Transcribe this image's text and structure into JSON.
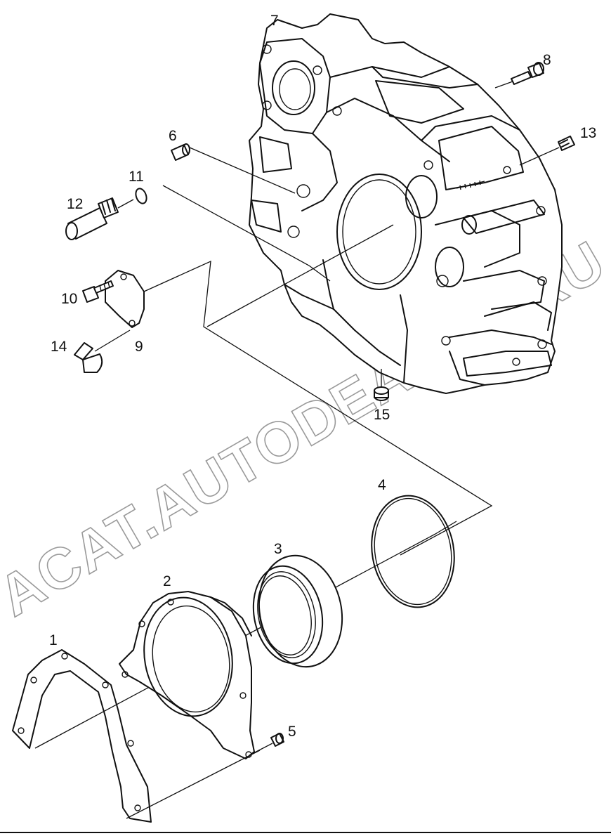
{
  "diagram": {
    "callouts": [
      {
        "id": "1",
        "text": "1"
      },
      {
        "id": "2",
        "text": "2"
      },
      {
        "id": "3",
        "text": "3"
      },
      {
        "id": "4",
        "text": "4"
      },
      {
        "id": "5",
        "text": "5"
      },
      {
        "id": "6",
        "text": "6"
      },
      {
        "id": "7",
        "text": "7"
      },
      {
        "id": "8",
        "text": "8"
      },
      {
        "id": "9",
        "text": "9"
      },
      {
        "id": "10",
        "text": "10"
      },
      {
        "id": "11",
        "text": "11"
      },
      {
        "id": "12",
        "text": "12"
      },
      {
        "id": "13",
        "text": "13"
      },
      {
        "id": "14",
        "text": "14"
      },
      {
        "id": "15",
        "text": "15"
      }
    ],
    "watermark": "ACAT.AUTODEALER.RU"
  }
}
